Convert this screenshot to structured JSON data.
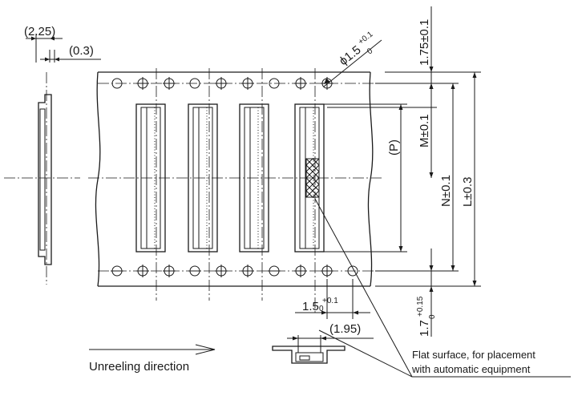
{
  "dimensions": {
    "side_width": "(2.25)",
    "side_thickness": "(0.3)",
    "hole_dia": "ϕ1.5",
    "hole_dia_tol_upper": "+0.1",
    "hole_dia_tol_lower": "0",
    "top_edge": "1.75±0.1",
    "pocket_m": "M±0.1",
    "pitch_p": "(P)",
    "pocket_n": "N±0.1",
    "tape_l": "L±0.3",
    "hole_pitch": "1.5",
    "hole_pitch_tol_upper": "+0.1",
    "hole_pitch_tol_lower": "0",
    "bottom_edge": "1.7",
    "bottom_edge_tol_upper": "+0.15",
    "bottom_edge_tol_lower": "0",
    "pocket_depth": "(1.95)"
  },
  "labels": {
    "unreeling": "Unreeling direction",
    "flat_surface_line1": "Flat surface, for placement",
    "flat_surface_line2": "with automatic equipment"
  }
}
